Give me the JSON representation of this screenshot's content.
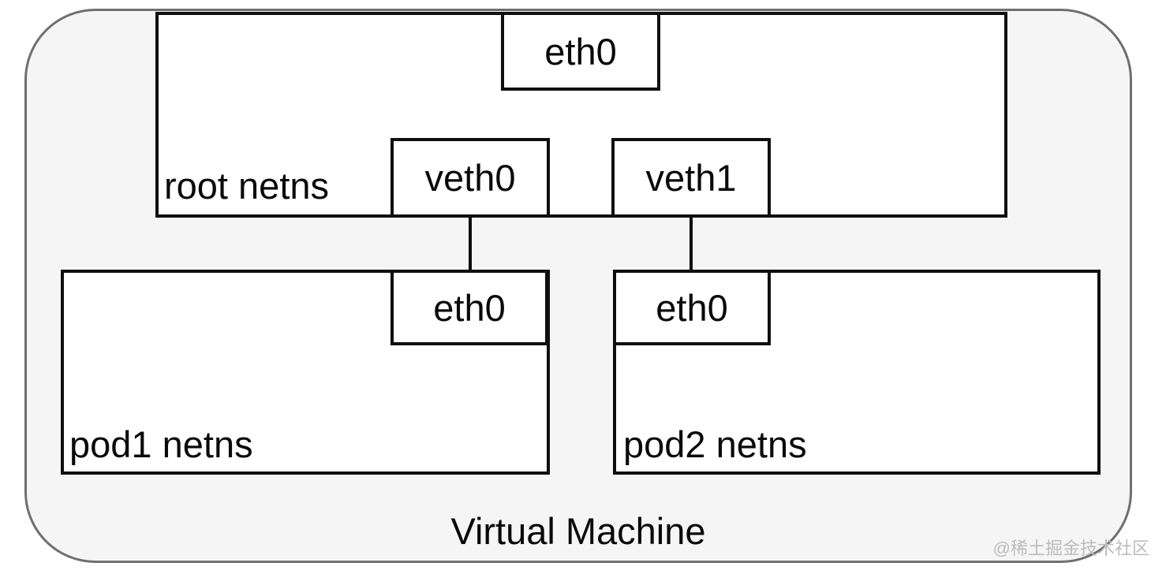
{
  "diagram": {
    "title": "Virtual Machine",
    "watermark": "@稀土掘金技术社区",
    "colors": {
      "outer_fill": "#f5f5f6",
      "outer_border": "#6f6f6f",
      "box_border": "#0f0f0f",
      "box_fill": "#ffffff",
      "text": "#0a0a0a",
      "watermark_text": "#bcbcbc"
    },
    "nodes": {
      "root_netns": {
        "label": "root netns"
      },
      "root_eth0": {
        "label": "eth0"
      },
      "veth0": {
        "label": "veth0"
      },
      "veth1": {
        "label": "veth1"
      },
      "pod1_netns": {
        "label": "pod1 netns"
      },
      "pod1_eth0": {
        "label": "eth0"
      },
      "pod2_netns": {
        "label": "pod2 netns"
      },
      "pod2_eth0": {
        "label": "eth0"
      }
    },
    "edges": [
      {
        "from": "veth0",
        "to": "pod1_eth0"
      },
      {
        "from": "veth1",
        "to": "pod2_eth0"
      }
    ]
  }
}
